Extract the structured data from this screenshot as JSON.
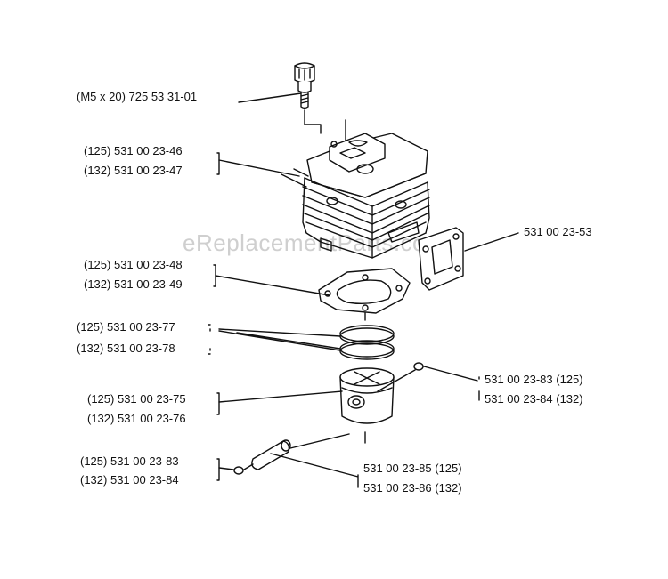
{
  "watermark": "eReplacementParts.com",
  "labels": {
    "screw": "(M5 x 20) 725 53 31-01",
    "cyl_125": "(125) 531 00 23-46",
    "cyl_132": "(132) 531 00 23-47",
    "muffler_gasket": "531 00 23-53",
    "gasket_125": "(125) 531 00 23-48",
    "gasket_132": "(132) 531 00 23-49",
    "ring_125": "(125) 531 00 23-77",
    "ring_132": "(132) 531 00 23-78",
    "circlip_r_125": "531 00 23-83 (125)",
    "circlip_r_132": "531 00 23-84 (132)",
    "piston_125": "(125) 531 00 23-75",
    "piston_132": "(132) 531 00 23-76",
    "circlip_l_125": "(125) 531 00 23-83",
    "circlip_l_132": "(132) 531 00 23-84",
    "pin_125": "531 00 23-85 (125)",
    "pin_132": "531 00 23-86 (132)"
  }
}
